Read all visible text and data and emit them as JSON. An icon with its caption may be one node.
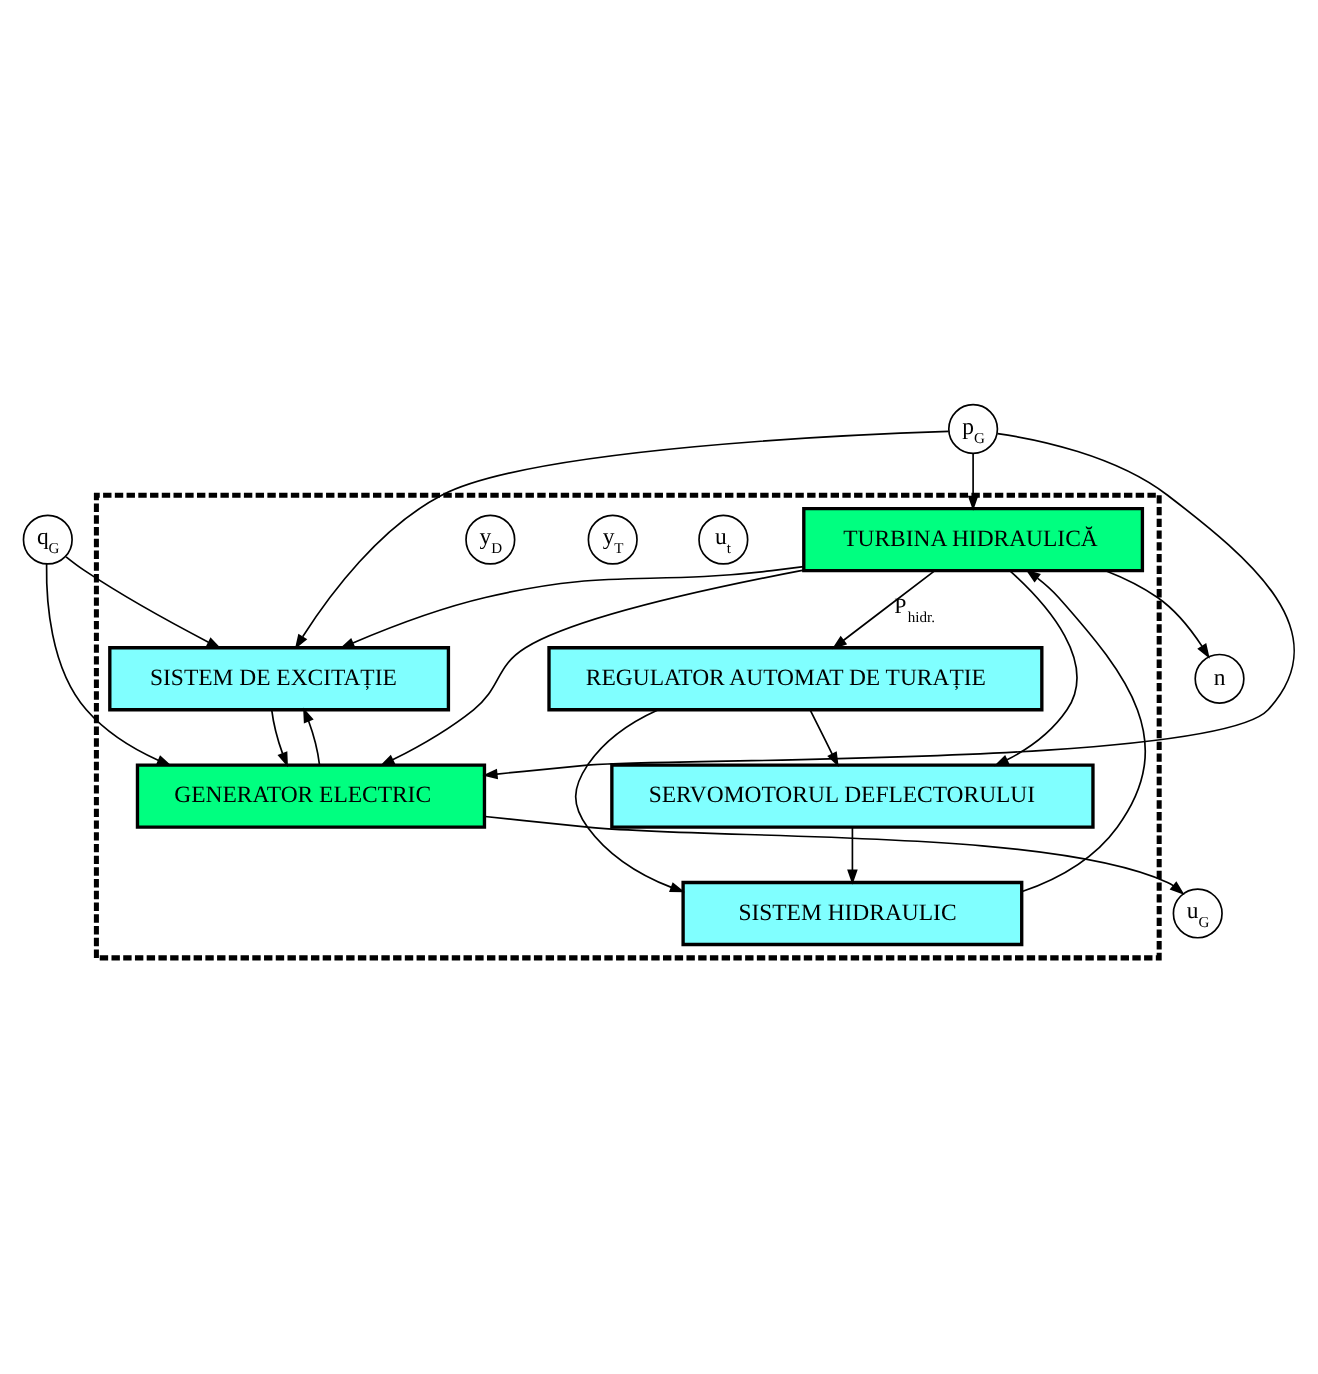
{
  "diagram": {
    "nodes": [
      {
        "text": [],
        "shape": "box"
      },
      {
        "text": [
          "SISTEM DE EXCITAȚIE"
        ],
        "in": 0
      },
      {
        "text": [
          "GENERATOR ELECTRIC"
        ],
        "in": 0
      },
      {
        "text": [
          "TURBINA HIDRAULICĂ"
        ],
        "in": 0
      },
      {
        "text": [
          "SISTEM HIDRAULIC"
        ],
        "in": 0
      },
      {
        "text": [
          "REGULATOR AUTOMAT DE TURAȚIE"
        ],
        "in": 0
      },
      {
        "text": [
          "SERVOMOTORUL DEFLECTORULUI"
        ],
        "in": 0
      },
      {
        "text": [
          "q$_{G}$"
        ]
      },
      {
        "text": [
          "p$_{G}$"
        ]
      },
      {
        "text": [
          "u$_{G}$"
        ]
      },
      {
        "text": [
          "n"
        ]
      },
      {
        "text": [
          "u$_{t}$"
        ],
        "in": 0
      },
      {
        "text": [
          "y$_{T}$"
        ],
        "in": 0
      },
      {
        "text": [
          "y$_{D}$"
        ],
        "in": 0
      }
    ],
    "edges": [
      {
        "from": 7,
        "to": 2,
        "arrow": "to"
      },
      {
        "from": 7,
        "to": 1,
        "arrow": "to"
      },
      {
        "from": 8,
        "to": 2,
        "arrow": "to"
      },
      {
        "from": 8,
        "to": 1,
        "arrow": "to"
      },
      {
        "from": 8,
        "to": 3,
        "arrow": "to"
      },
      {
        "from": 1,
        "to": 2,
        "arrow": "to"
      },
      {
        "from": 2,
        "to": 1,
        "arrow": "to"
      },
      {
        "from": 2,
        "to": 9,
        "arrow": "to"
      },
      {
        "from": 3,
        "to": 1,
        "arrow": "to"
      },
      {
        "from": 3,
        "to": 2,
        "arrow": "to"
      },
      {
        "from": 3,
        "to": 10,
        "arrow": "to"
      },
      {
        "from": 3,
        "to": 5,
        "arrow": "to",
        "label": "P$_{hidr.}$"
      },
      {
        "from": 3,
        "to": 6,
        "arrow": "to"
      },
      {
        "from": 4,
        "to": 3,
        "arrow": "to"
      },
      {
        "from": 5,
        "to": 4,
        "arrow": "to"
      },
      {
        "from": 5,
        "to": 6,
        "arrow": "to"
      },
      {
        "from": 6,
        "to": 4,
        "arrow": "to"
      }
    ]
  }
}
